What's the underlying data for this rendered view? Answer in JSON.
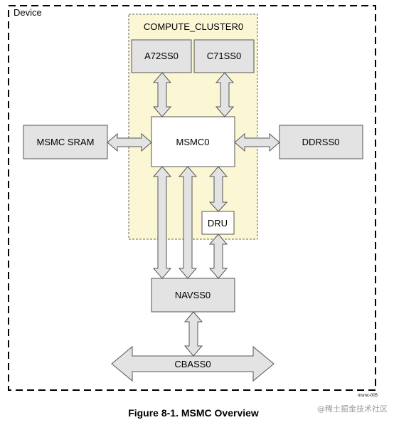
{
  "device": {
    "label": "Device"
  },
  "cluster": {
    "label": "COMPUTE_CLUSTER0"
  },
  "blocks": {
    "a72": "A72SS0",
    "c71": "C71SS0",
    "msmc": "MSMC0",
    "sram": "MSMC SRAM",
    "ddr": "DDRSS0",
    "dru": "DRU",
    "navss": "NAVSS0",
    "cbass": "CBASS0"
  },
  "figure_id": "msmc-005",
  "caption": "Figure 8-1. MSMC Overview",
  "watermark": "@稀土掘金技术社区",
  "colors": {
    "cluster_fill": "#fbf6d3",
    "block_fill": "#e3e3e3",
    "border": "#555555"
  }
}
